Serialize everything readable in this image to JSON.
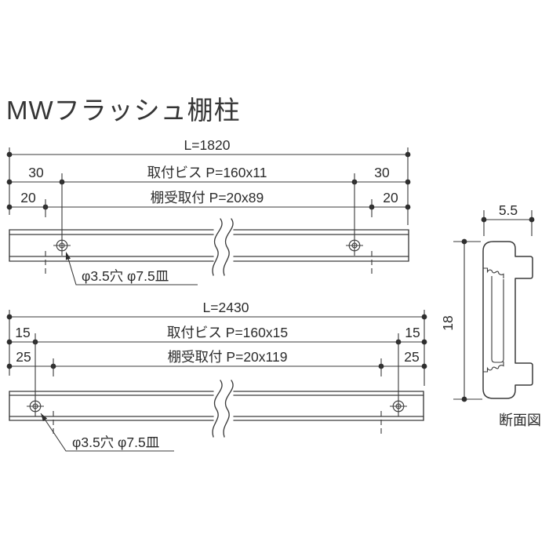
{
  "page": {
    "title": "MWフラッシュ棚柱"
  },
  "rail_1820": {
    "length": "L=1820",
    "screw_offset_left": "30",
    "screw_pitch": "取付ビス P=160x11",
    "screw_offset_right": "30",
    "bracket_offset_left": "20",
    "bracket_pitch": "棚受取付 P=20x89",
    "bracket_offset_right": "20",
    "hole_note": "φ3.5穴 φ7.5皿"
  },
  "rail_2430": {
    "length": "L=2430",
    "screw_offset_left": "15",
    "screw_pitch": "取付ビス P=160x15",
    "screw_offset_right": "15",
    "bracket_offset_left": "25",
    "bracket_pitch": "棚受取付 P=20x119",
    "bracket_offset_right": "25",
    "hole_note": "φ3.5穴 φ7.5皿"
  },
  "section_view": {
    "width_dim": "5.5",
    "height_dim": "18",
    "caption": "断面図"
  },
  "colors": {
    "line": "#3a3a3a",
    "text": "#2b2b2b",
    "background": "#ffffff"
  }
}
